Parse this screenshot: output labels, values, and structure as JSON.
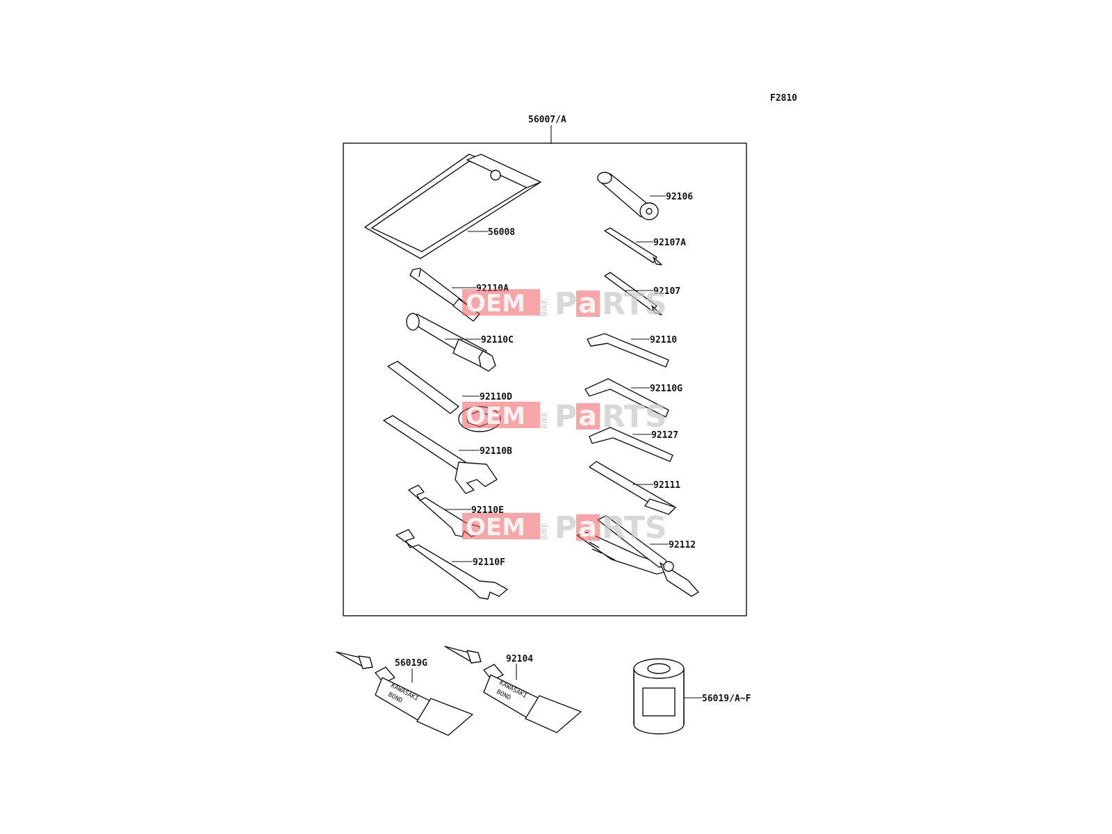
{
  "figure_code": "F2810",
  "kit_label": "56007/A",
  "parts": [
    {
      "id": "pouch",
      "label": "56008"
    },
    {
      "id": "cutter",
      "label": "92106"
    },
    {
      "id": "screwdriver-a",
      "label": "92107A"
    },
    {
      "id": "screwdriver",
      "label": "92107"
    },
    {
      "id": "hex-key",
      "label": "92110"
    },
    {
      "id": "hex-key-g",
      "label": "92110G"
    },
    {
      "id": "hex-key-92127",
      "label": "92127"
    },
    {
      "id": "handle",
      "label": "92111"
    },
    {
      "id": "pliers",
      "label": "92112"
    },
    {
      "id": "spoke-wrench",
      "label": "92110A"
    },
    {
      "id": "plug-wrench",
      "label": "92110C"
    },
    {
      "id": "box-wrench",
      "label": "92110D"
    },
    {
      "id": "open-wrench-b",
      "label": "92110B"
    },
    {
      "id": "open-wrench-e",
      "label": "92110E"
    },
    {
      "id": "open-wrench-f",
      "label": "92110F"
    },
    {
      "id": "bond-tube-1",
      "label": "56019G"
    },
    {
      "id": "bond-tube-2",
      "label": "92104"
    },
    {
      "id": "tape-roll",
      "label": "56019/A~F"
    }
  ],
  "tube_print": {
    "line1": "KAWASAKI",
    "line2": "BOND"
  },
  "watermark": {
    "part1": "OEM",
    "part2": "BIKE",
    "part3": "P",
    "part4": "a",
    "part5": "RTS"
  },
  "colors": {
    "line": "#111111",
    "watermark_red": "#ef5b62",
    "watermark_gray": "#c8c8c8"
  }
}
